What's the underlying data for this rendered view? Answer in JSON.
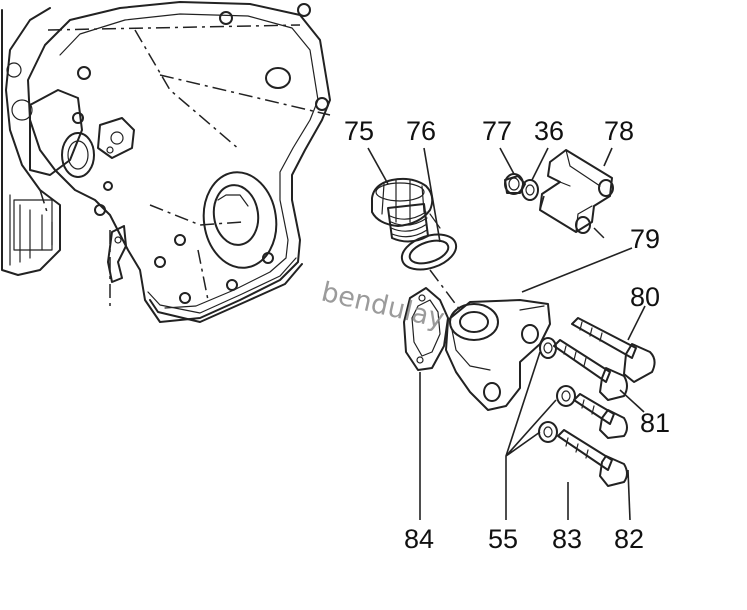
{
  "callouts": {
    "c75": "75",
    "c76": "76",
    "c77": "77",
    "c36": "36",
    "c78": "78",
    "c79": "79",
    "c80": "80",
    "c81": "81",
    "c82": "82",
    "c83": "83",
    "c55": "55",
    "c84": "84"
  },
  "watermark": "bendulay",
  "colors": {
    "highlight": "#d4e84a",
    "ink": "#222222",
    "background": "#ffffff",
    "watermark": "#8a8a8a"
  }
}
